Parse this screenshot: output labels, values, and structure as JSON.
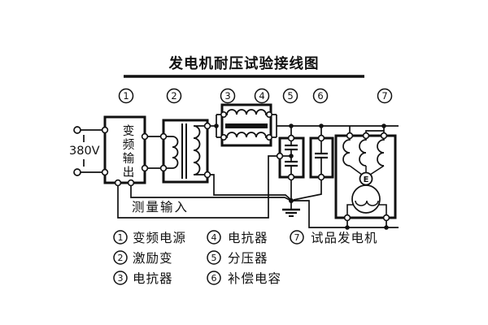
{
  "title": "发电机耐压试验接线图",
  "markers": [
    "1",
    "2",
    "3",
    "4",
    "5",
    "6",
    "7"
  ],
  "source": {
    "voltage": "380V"
  },
  "converter": {
    "chars": [
      "变",
      "频",
      "输",
      "出"
    ]
  },
  "measure_input_label": "测量输入",
  "generator": {
    "star_label": "E"
  },
  "legend": [
    {
      "num": "1",
      "label": "变频电源"
    },
    {
      "num": "2",
      "label": "激励变"
    },
    {
      "num": "3",
      "label": "电抗器"
    },
    {
      "num": "4",
      "label": "电抗器"
    },
    {
      "num": "5",
      "label": "分压器"
    },
    {
      "num": "6",
      "label": "补偿电容"
    },
    {
      "num": "7",
      "label": "试品发电机"
    }
  ],
  "colors": {
    "ink": "#111111",
    "background": "#ffffff"
  }
}
